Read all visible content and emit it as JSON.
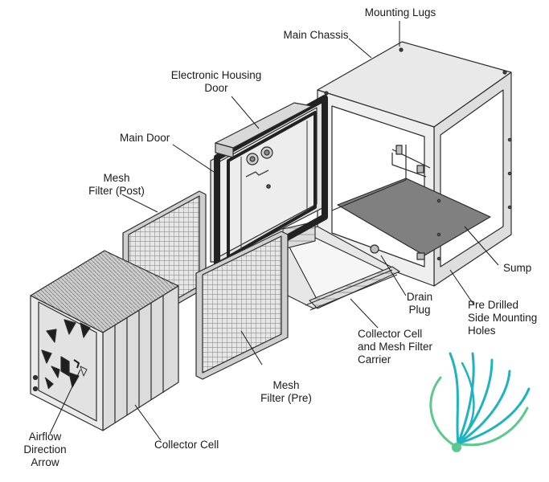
{
  "labels": {
    "mounting_lugs": "Mounting Lugs",
    "main_chassis": "Main Chassis",
    "electronic_housing_door": "Electronic Housing\nDoor",
    "main_door": "Main Door",
    "mesh_filter_post": "Mesh\nFilter (Post)",
    "sump": "Sump",
    "drain_plug": "Drain\nPlug",
    "pre_drilled_holes": "Pre Drilled\nSide Mounting\nHoles",
    "collector_cell_carrier": "Collector Cell\nand Mesh Filter\nCarrier",
    "mesh_filter_pre": "Mesh\nFilter (Pre)",
    "collector_cell": "Collector Cell",
    "airflow_direction_arrow": "Airflow\nDirection\nArrow"
  },
  "colors": {
    "panel_light": "#ececec",
    "panel_mid": "#d8d8d8",
    "panel_dark": "#bdbdbd",
    "sump_fill": "#808080",
    "gasket": "#2a2a2a",
    "logo_teal": "#1fb3bf",
    "logo_green": "#5cc98c"
  }
}
